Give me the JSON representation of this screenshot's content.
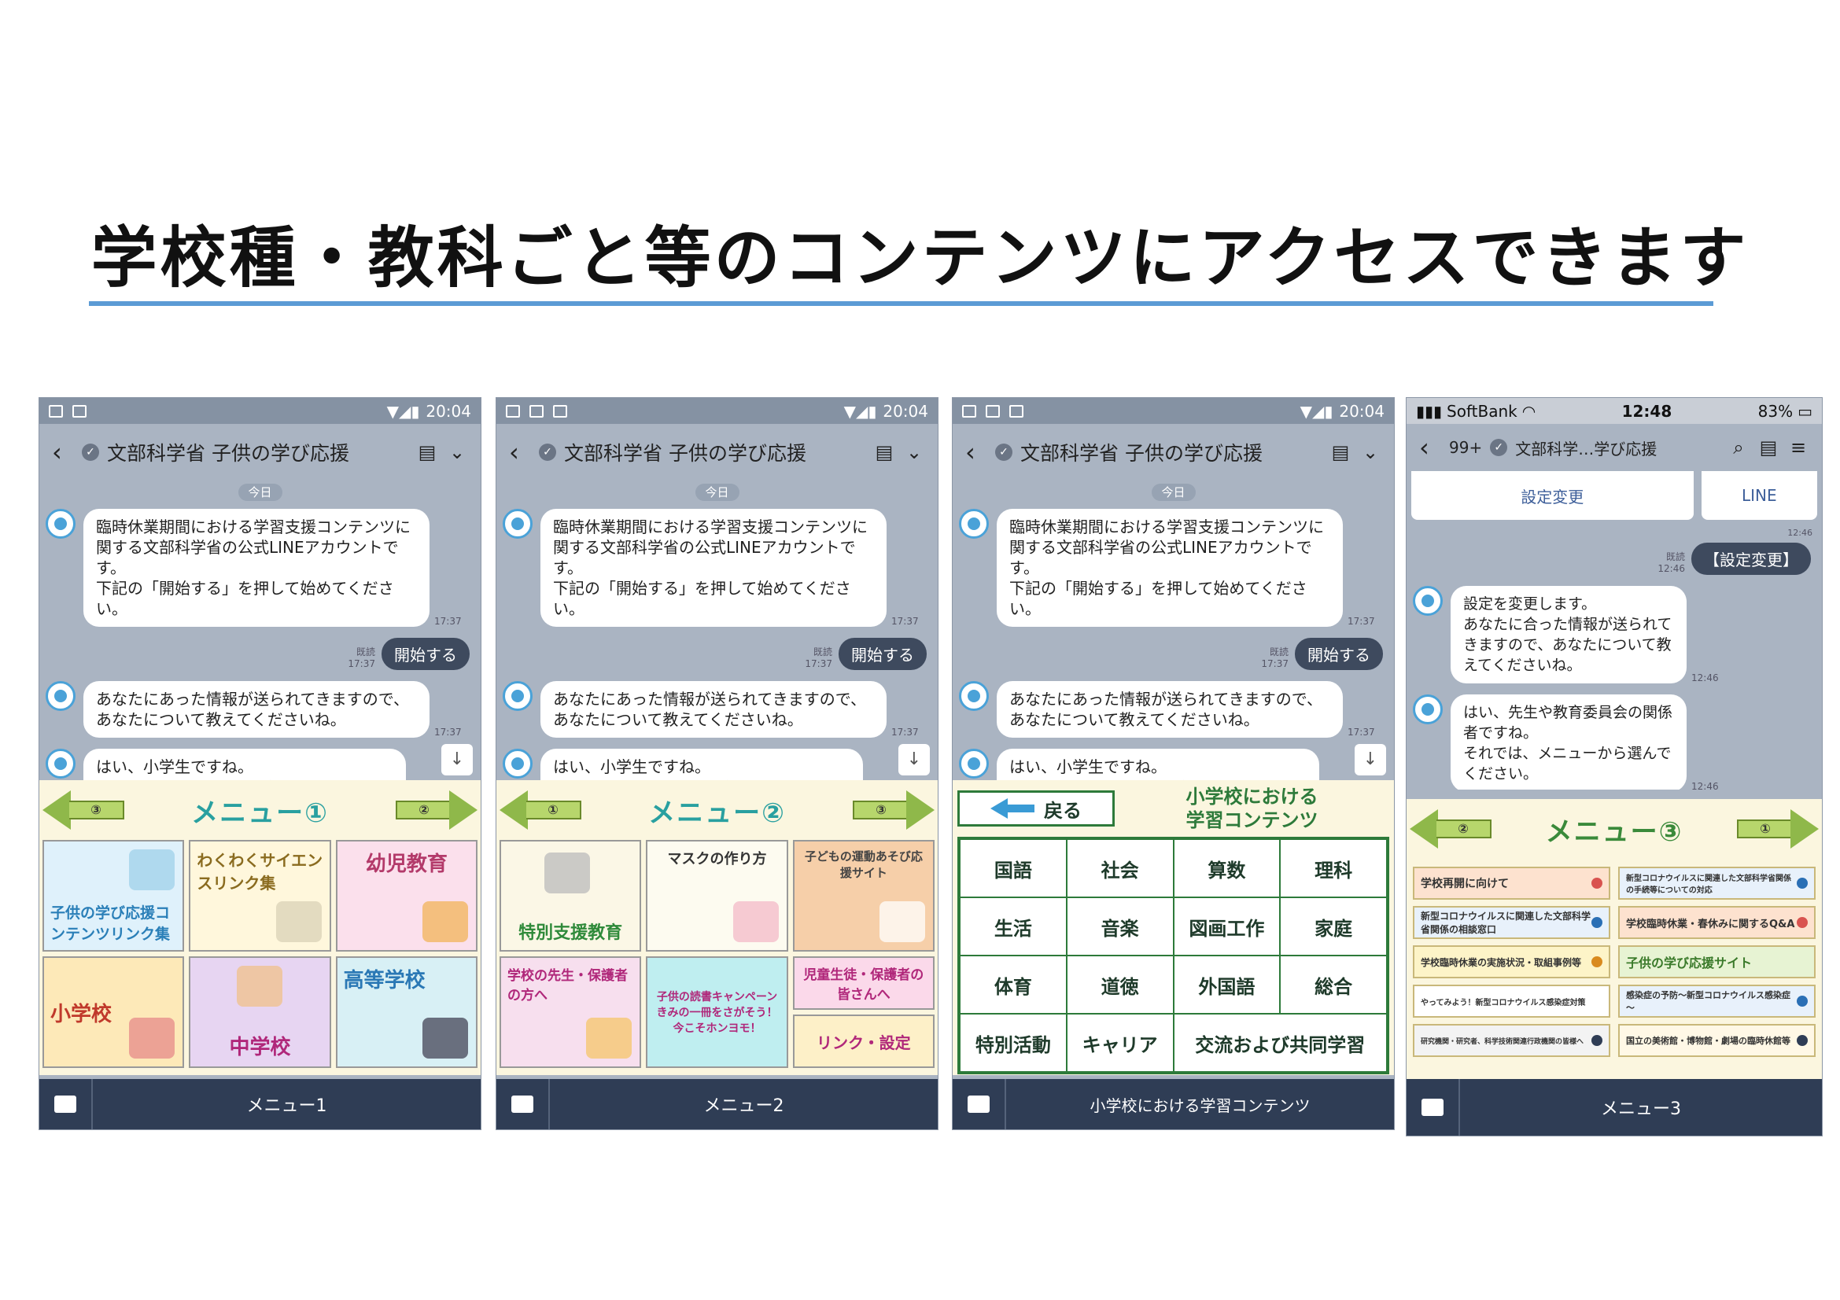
{
  "title": "学校種・教科ごと等のコンテンツにアクセスできます",
  "android": {
    "time": "20:04",
    "chat_name": "文部科学省 子供の学び応援",
    "today": "今日",
    "msg1": "臨時休業期間における学習支援コンテンツに関する文部科学省の公式LINEアカウントです。\n下記の「開始する」を押して始めてください。",
    "msg1_time": "17:37",
    "read": "既読",
    "read_time": "17:37",
    "start": "開始する",
    "msg2": "あなたにあった情報が送られてきますので、あなたについて教えてくださいね。",
    "msg2_time": "17:37",
    "msg3": "はい、小学生ですね。\nそれでは、メニューから選んでください。"
  },
  "p1": {
    "menu_title": "メニュー①",
    "arrow_left": "③",
    "arrow_right": "②",
    "tiles": [
      "子供の学び応援コンテンツリンク集",
      "わくわくサイエンスリンク集",
      "幼児教育",
      "小学校",
      "中学校",
      "高等学校"
    ],
    "bottom": "メニュー1"
  },
  "p2": {
    "menu_title": "メニュー②",
    "arrow_left": "①",
    "arrow_right": "③",
    "tiles": [
      "特別支援教育",
      "マスクの作り方",
      "子どもの運動あそび応援サイト",
      "学校の先生・保護者の方へ",
      "子供の読書キャンペーン きみの一冊をさがそう！ 今こそホンヨモ！",
      "児童生徒・保護者の皆さんへ",
      "リンク・設定"
    ],
    "bottom": "メニュー2"
  },
  "p3": {
    "back": "戻る",
    "heading": "小学校における\n学習コンテンツ",
    "subjects": [
      "国語",
      "社会",
      "算数",
      "理科",
      "生活",
      "音楽",
      "図画工作",
      "家庭",
      "体育",
      "道徳",
      "外国語",
      "総合",
      "特別活動",
      "キャリア",
      "交流および共同学習"
    ],
    "bottom": "小学校における学習コンテンツ"
  },
  "p4": {
    "carrier": "SoftBank",
    "time": "12:48",
    "battery": "83%",
    "back_count": "99+",
    "chat_name": "文部科学…学び応援",
    "btn_settings": "設定変更",
    "btn_line": "LINE",
    "t1": "12:46",
    "read": "既読",
    "read_time": "12:46",
    "mine": "【設定変更】",
    "msg1": "設定を変更します。\nあなたに合った情報が送られてきますので、あなたについて教えてくださいね。",
    "msg1_time": "12:46",
    "msg2": "はい、先生や教育委員会の関係者ですね。\nそれでは、メニューから選んでください。",
    "msg2_time": "12:46",
    "menu_title": "メニュー③",
    "arrow_left": "②",
    "arrow_right": "①",
    "items": [
      "学校再開に向けて",
      "新型コロナウイルスに関連した文部科学省関係の手続等についての対応",
      "新型コロナウイルスに関連した文部科学省関係の相談窓口",
      "学校臨時休業・春休みに関するQ&A",
      "学校臨時休業の実施状況・取組事例等",
      "子供の学び応援サイト",
      "やってみよう！新型コロナウイルス感染症対策",
      "感染症の予防～新型コロナウイルス感染症～",
      "研究機関・研究者、科学技術関連行政機関の皆様へ",
      "国立の美術館・博物館・劇場の臨時休館等"
    ],
    "bottom": "メニュー3"
  }
}
